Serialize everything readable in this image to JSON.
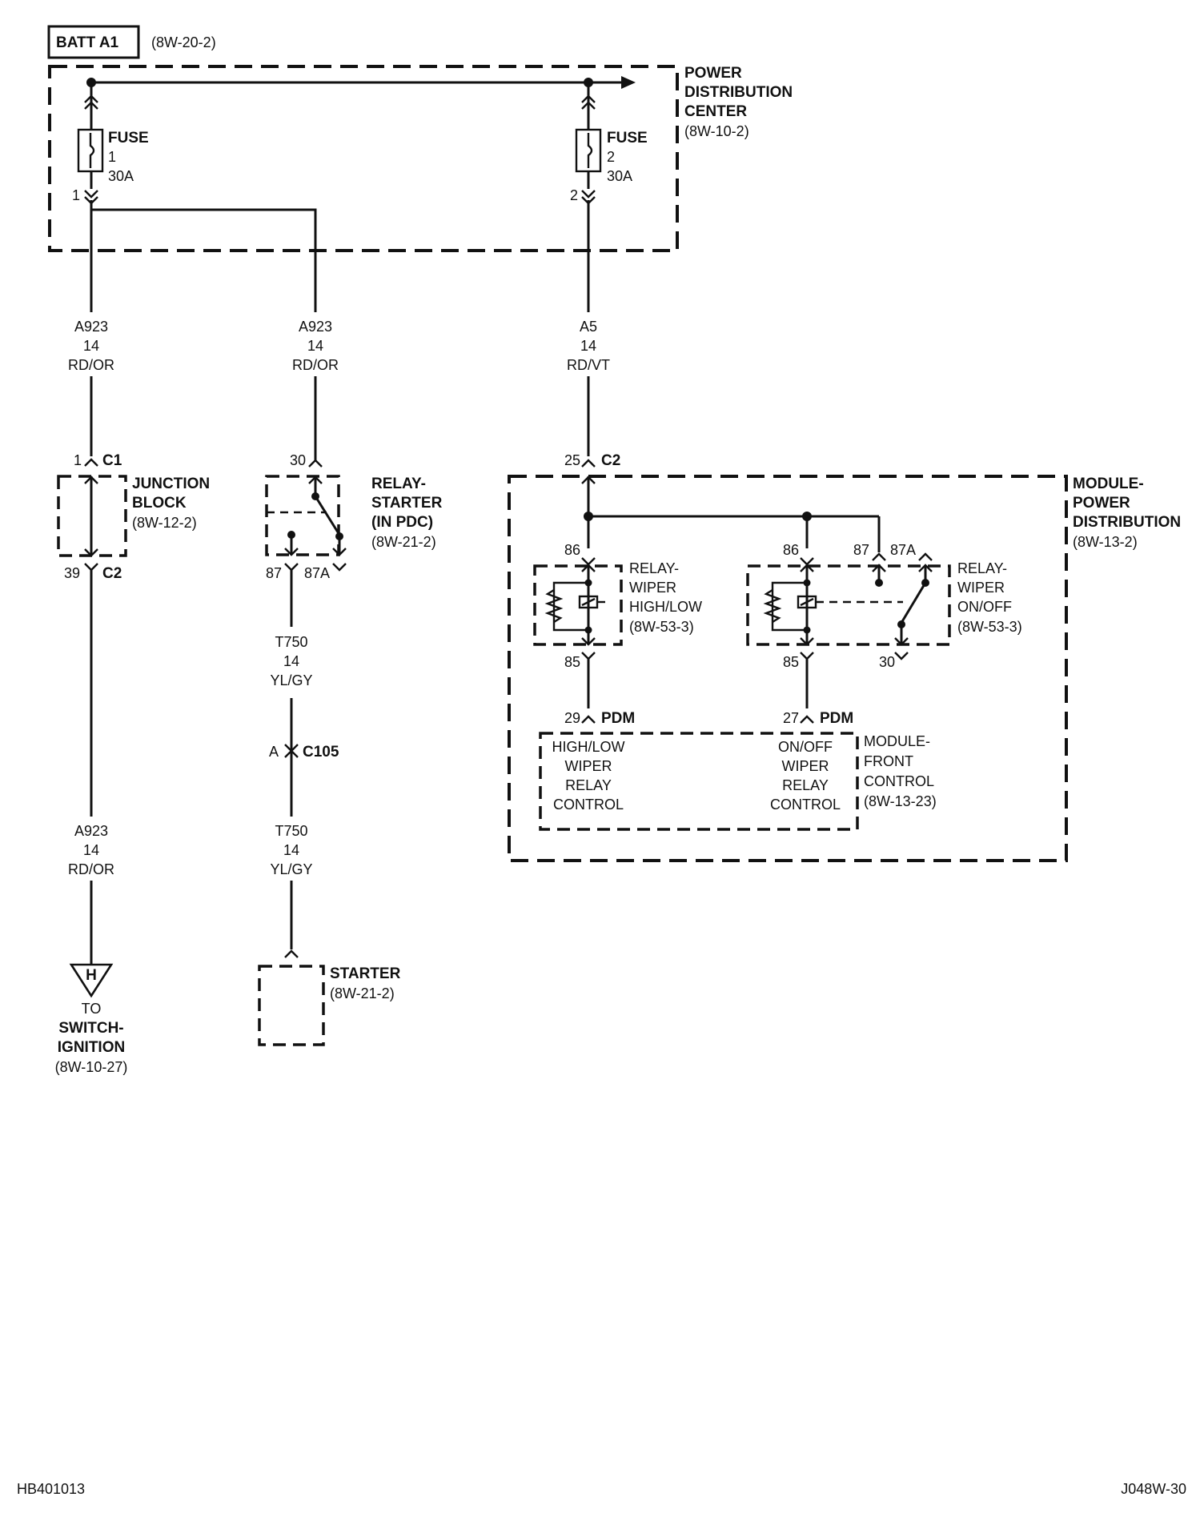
{
  "colors": {
    "ink": "#111111",
    "background": "#ffffff"
  },
  "battery": {
    "label": "BATT A1",
    "ref": "(8W-20-2)"
  },
  "pdc": {
    "title_1": "POWER",
    "title_2": "DISTRIBUTION",
    "title_3": "CENTER",
    "ref": "(8W-10-2)",
    "fuse1": {
      "l1": "FUSE",
      "l2": "1",
      "l3": "30A",
      "pin": "1"
    },
    "fuse2": {
      "l1": "FUSE",
      "l2": "2",
      "l3": "30A",
      "pin": "2"
    }
  },
  "wires": {
    "w1": {
      "circuit": "A923",
      "gauge": "14",
      "color": "RD/OR"
    },
    "w2": {
      "circuit": "A923",
      "gauge": "14",
      "color": "RD/OR"
    },
    "w3": {
      "circuit": "A5",
      "gauge": "14",
      "color": "RD/VT"
    },
    "w4": {
      "circuit": "A923",
      "gauge": "14",
      "color": "RD/OR"
    },
    "w5": {
      "circuit": "T750",
      "gauge": "14",
      "color": "YL/GY"
    },
    "w6": {
      "circuit": "T750",
      "gauge": "14",
      "color": "YL/GY"
    }
  },
  "junction_block": {
    "l1": "JUNCTION",
    "l2": "BLOCK",
    "ref": "(8W-12-2)",
    "top_pin": "1",
    "top_conn": "C1",
    "bot_pin": "39",
    "bot_conn": "C2"
  },
  "relay_starter": {
    "l1": "RELAY-",
    "l2": "STARTER",
    "l3": "(IN PDC)",
    "ref": "(8W-21-2)",
    "pin_in": "30",
    "pin_87": "87",
    "pin_87a": "87A"
  },
  "connector_c105": {
    "pin": "A",
    "name": "C105"
  },
  "starter": {
    "label": "STARTER",
    "ref": "(8W-21-2)"
  },
  "ignition": {
    "symbol": "H",
    "l1": "TO",
    "l2": "SWITCH-",
    "l3": "IGNITION",
    "ref": "(8W-10-27)"
  },
  "module_power": {
    "l1": "MODULE-",
    "l2": "POWER",
    "l3": "DISTRIBUTION",
    "ref": "(8W-13-2)",
    "in_pin": "25",
    "in_conn": "C2"
  },
  "relay_hilo": {
    "l1": "RELAY-",
    "l2": "WIPER",
    "l3": "HIGH/LOW",
    "ref": "(8W-53-3)",
    "pin86": "86",
    "pin85": "85"
  },
  "relay_onoff": {
    "l1": "RELAY-",
    "l2": "WIPER",
    "l3": "ON/OFF",
    "ref": "(8W-53-3)",
    "pin86": "86",
    "pin85": "85",
    "pin87": "87",
    "pin87a": "87A",
    "pin30": "30"
  },
  "module_front": {
    "l1": "MODULE-",
    "l2": "FRONT",
    "l3": "CONTROL",
    "ref": "(8W-13-23)",
    "pin_hilo": "29",
    "pin_onoff": "27",
    "conn": "PDM",
    "hilo_1": "HIGH/LOW",
    "hilo_2": "WIPER",
    "hilo_3": "RELAY",
    "hilo_4": "CONTROL",
    "onoff_1": "ON/OFF",
    "onoff_2": "WIPER",
    "onoff_3": "RELAY",
    "onoff_4": "CONTROL"
  },
  "footer": {
    "left": "HB401013",
    "right": "J048W-30"
  }
}
